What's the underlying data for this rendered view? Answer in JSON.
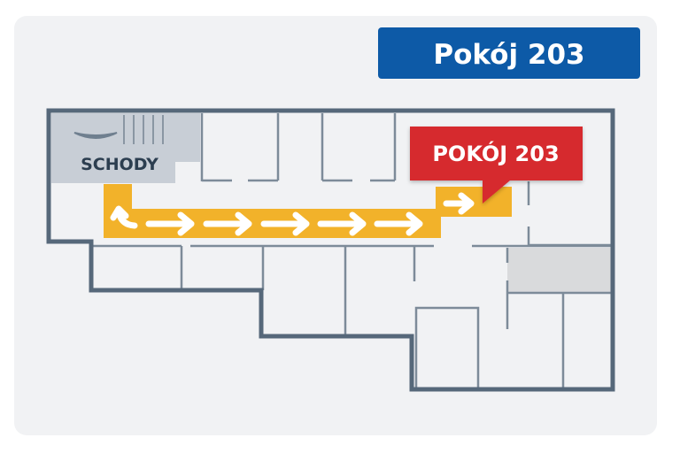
{
  "banner": {
    "title": "Pokój 203",
    "color": "#0d5aa7"
  },
  "callout": {
    "label": "POKÓJ 203",
    "color": "#d62a2e"
  },
  "stairs": {
    "label": "SCHODY"
  },
  "route": {
    "color": "#f2b22a",
    "arrow_count": 6
  }
}
